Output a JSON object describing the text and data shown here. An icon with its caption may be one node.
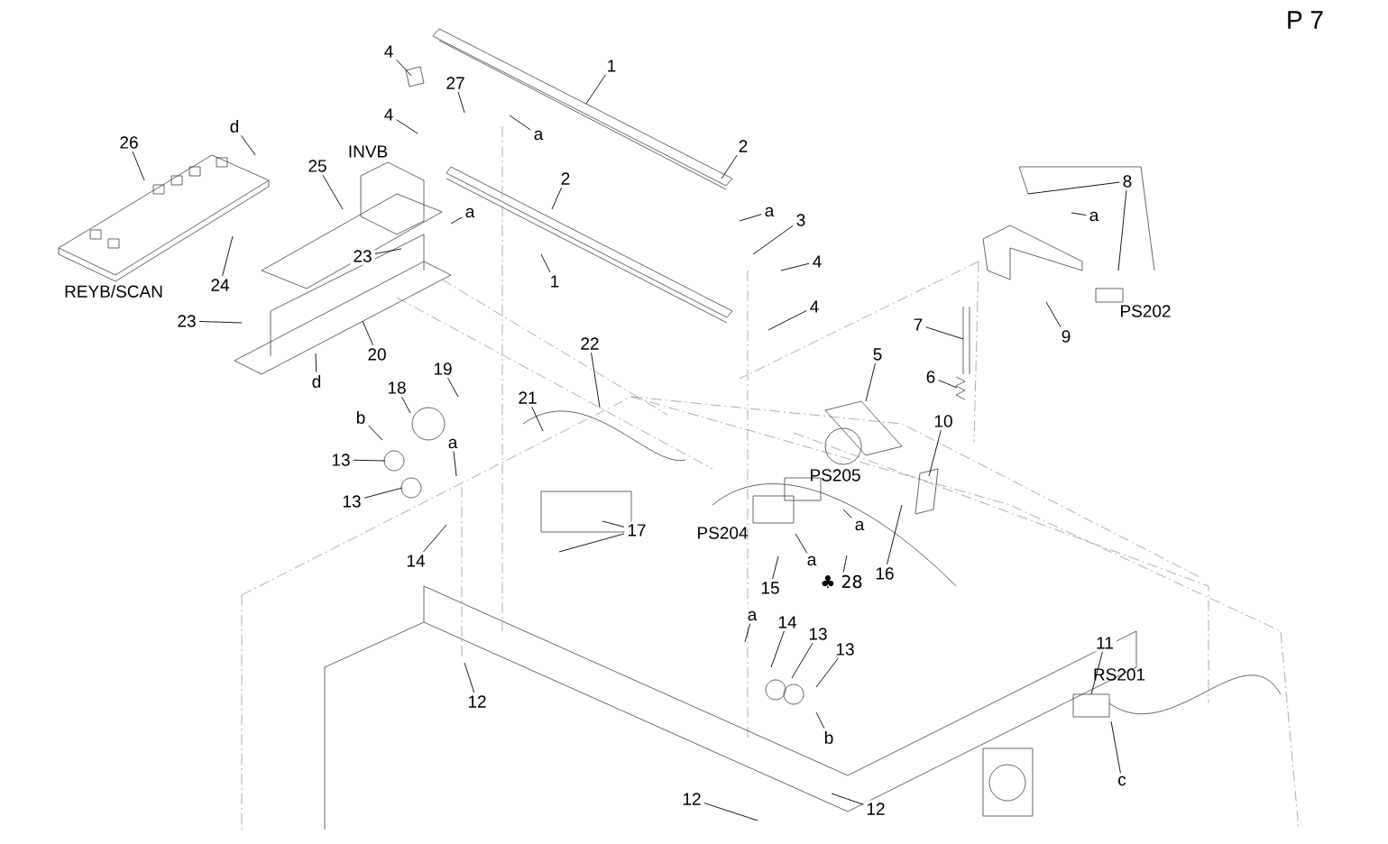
{
  "diagram": {
    "nodes": [
      {
        "text": [
          "4"
        ]
      },
      {
        "text": [
          "1"
        ]
      },
      {
        "text": [
          "27"
        ]
      },
      {
        "text": [
          "4"
        ]
      },
      {
        "text": [
          "a"
        ]
      },
      {
        "text": [
          "d"
        ]
      },
      {
        "text": [
          "26"
        ]
      },
      {
        "text": [
          "2"
        ]
      },
      {
        "text": [
          "25"
        ]
      },
      {
        "text": [
          "2"
        ]
      },
      {
        "text": [
          "8"
        ]
      },
      {
        "text": [
          "a"
        ]
      },
      {
        "text": [
          "a"
        ]
      },
      {
        "text": [
          "a"
        ]
      },
      {
        "text": [
          "3"
        ]
      },
      {
        "text": [
          "23"
        ]
      },
      {
        "text": [
          "4"
        ]
      },
      {
        "text": [
          "1"
        ]
      },
      {
        "text": [
          "24"
        ]
      },
      {
        "text": [
          "4"
        ]
      },
      {
        "text": [
          "23"
        ]
      },
      {
        "text": [
          "7"
        ]
      },
      {
        "text": [
          "9"
        ]
      },
      {
        "text": [
          "22"
        ]
      },
      {
        "text": [
          "20"
        ]
      },
      {
        "text": [
          "5"
        ]
      },
      {
        "text": [
          "19"
        ]
      },
      {
        "text": [
          "6"
        ]
      },
      {
        "text": [
          "d"
        ]
      },
      {
        "text": [
          "18"
        ]
      },
      {
        "text": [
          "21"
        ]
      },
      {
        "text": [
          "10"
        ]
      },
      {
        "text": [
          "b"
        ]
      },
      {
        "text": [
          "a"
        ]
      },
      {
        "text": [
          "13"
        ]
      },
      {
        "text": [
          "13"
        ]
      },
      {
        "text": [
          "a"
        ]
      },
      {
        "text": [
          "17"
        ]
      },
      {
        "text": [
          "a"
        ]
      },
      {
        "text": [
          "14"
        ]
      },
      {
        "text": [
          "♣ 28"
        ]
      },
      {
        "text": [
          "16"
        ]
      },
      {
        "text": [
          "15"
        ]
      },
      {
        "text": [
          "a"
        ]
      },
      {
        "text": [
          "14"
        ]
      },
      {
        "text": [
          "13"
        ]
      },
      {
        "text": [
          "11"
        ]
      },
      {
        "text": [
          "13"
        ]
      },
      {
        "text": [
          "12"
        ]
      },
      {
        "text": [
          "b"
        ]
      },
      {
        "text": [
          "c"
        ]
      },
      {
        "text": [
          "12"
        ]
      },
      {
        "text": [
          "12"
        ]
      }
    ],
    "edges": [
      {
        "from": 0,
        "to": null,
        "arrow": "none"
      },
      {
        "from": 1,
        "to": null,
        "arrow": "none"
      },
      {
        "from": 2,
        "to": null,
        "arrow": "none"
      },
      {
        "from": 3,
        "to": null,
        "arrow": "none"
      },
      {
        "from": 4,
        "to": null,
        "arrow": "none"
      },
      {
        "from": 5,
        "to": null,
        "arrow": "none"
      },
      {
        "from": 6,
        "to": null,
        "arrow": "none"
      },
      {
        "from": 7,
        "to": null,
        "arrow": "none"
      },
      {
        "from": 8,
        "to": null,
        "arrow": "none"
      },
      {
        "from": 9,
        "to": null,
        "arrow": "none"
      },
      {
        "from": 10,
        "to": null,
        "arrow": "none"
      },
      {
        "from": 10,
        "to": null,
        "arrow": "none"
      },
      {
        "from": 11,
        "to": null,
        "arrow": "none"
      },
      {
        "from": 12,
        "to": null,
        "arrow": "none"
      },
      {
        "from": 13,
        "to": null,
        "arrow": "none"
      },
      {
        "from": 14,
        "to": null,
        "arrow": "none"
      },
      {
        "from": 15,
        "to": null,
        "arrow": "none"
      },
      {
        "from": 16,
        "to": null,
        "arrow": "none"
      },
      {
        "from": 17,
        "to": null,
        "arrow": "none"
      },
      {
        "from": 18,
        "to": null,
        "arrow": "none"
      },
      {
        "from": 19,
        "to": null,
        "arrow": "none"
      },
      {
        "from": 20,
        "to": null,
        "arrow": "none"
      },
      {
        "from": 21,
        "to": null,
        "arrow": "none"
      },
      {
        "from": 22,
        "to": null,
        "arrow": "none"
      },
      {
        "from": 23,
        "to": null,
        "arrow": "none"
      },
      {
        "from": 24,
        "to": null,
        "arrow": "none"
      },
      {
        "from": 25,
        "to": null,
        "arrow": "none"
      },
      {
        "from": 26,
        "to": null,
        "arrow": "none"
      },
      {
        "from": 27,
        "to": null,
        "arrow": "none"
      },
      {
        "from": 28,
        "to": null,
        "arrow": "none"
      },
      {
        "from": 29,
        "to": null,
        "arrow": "none"
      },
      {
        "from": 30,
        "to": null,
        "arrow": "none"
      },
      {
        "from": 31,
        "to": null,
        "arrow": "none"
      },
      {
        "from": 32,
        "to": null,
        "arrow": "none"
      },
      {
        "from": 33,
        "to": null,
        "arrow": "none"
      },
      {
        "from": 34,
        "to": null,
        "arrow": "none"
      },
      {
        "from": 35,
        "to": null,
        "arrow": "none"
      },
      {
        "from": 36,
        "to": null,
        "arrow": "none"
      },
      {
        "from": 37,
        "to": null,
        "arrow": "none"
      },
      {
        "from": 37,
        "to": null,
        "arrow": "none"
      },
      {
        "from": 38,
        "to": null,
        "arrow": "none"
      },
      {
        "from": 39,
        "to": null,
        "arrow": "none"
      },
      {
        "from": 40,
        "to": null,
        "arrow": "none"
      },
      {
        "from": 41,
        "to": null,
        "arrow": "none"
      },
      {
        "from": 42,
        "to": null,
        "arrow": "none"
      },
      {
        "from": 43,
        "to": null,
        "arrow": "none"
      },
      {
        "from": 44,
        "to": null,
        "arrow": "none"
      },
      {
        "from": 45,
        "to": null,
        "arrow": "none"
      },
      {
        "from": 46,
        "to": null,
        "arrow": "none"
      },
      {
        "from": 47,
        "to": null,
        "arrow": "none"
      },
      {
        "from": 48,
        "to": null,
        "arrow": "none"
      },
      {
        "from": 49,
        "to": null,
        "arrow": "none"
      },
      {
        "from": 50,
        "to": null,
        "arrow": "none"
      },
      {
        "from": 51,
        "to": null,
        "arrow": "none"
      },
      {
        "from": 52,
        "to": null,
        "arrow": "none"
      }
    ],
    "labels": [
      "P 7",
      "INVB",
      "REYB/SCAN",
      "PS202",
      "PS205",
      "PS204",
      "RS201"
    ]
  }
}
